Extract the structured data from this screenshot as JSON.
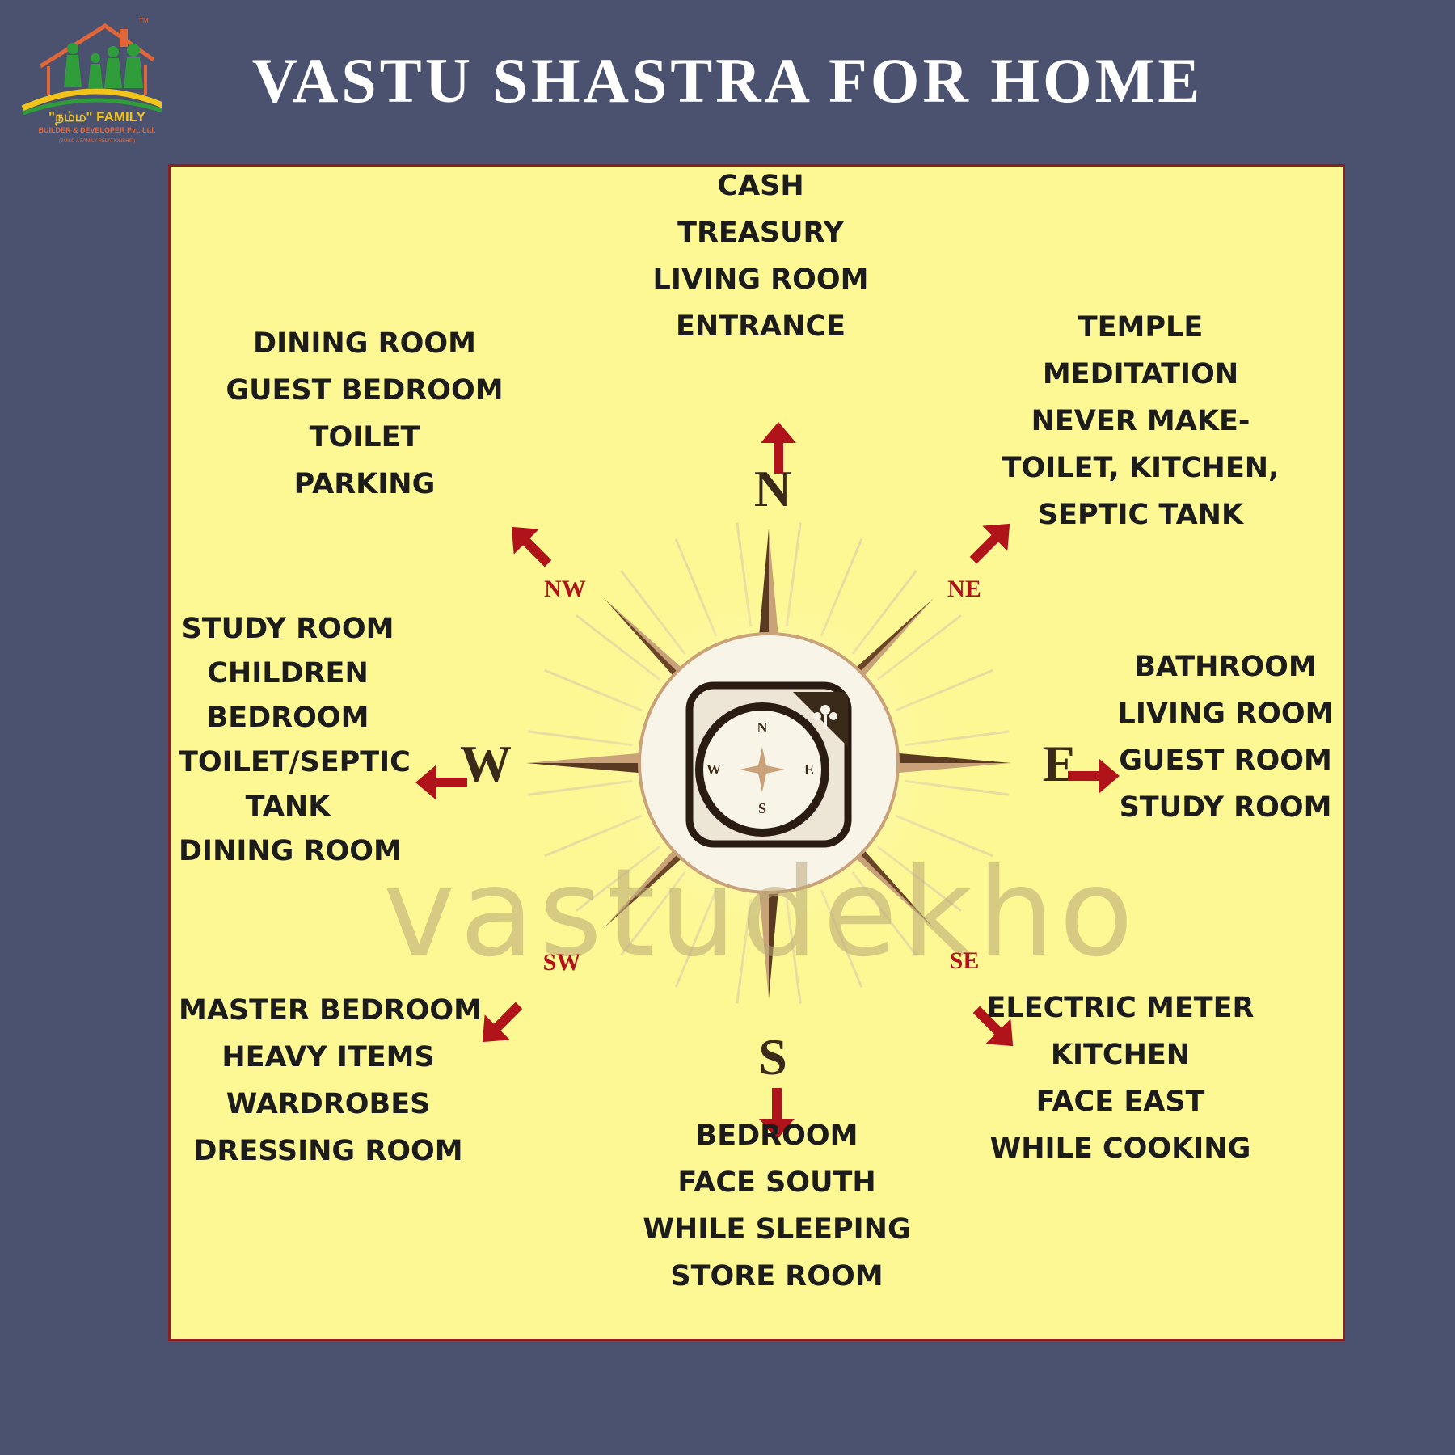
{
  "title": "VASTU SHASTRA FOR HOME",
  "logo": {
    "brand": "\"நம்ம\" FAMILY",
    "subtitle": "BUILDER & DEVELOPER Pvt. Ltd.",
    "tagline": "(BUILD A FAMILY RELATIONSHIP)",
    "tm": "TM"
  },
  "watermark": "vastudekho",
  "compass": {
    "inner_n": "N",
    "inner_e": "E",
    "inner_s": "S",
    "inner_w": "W"
  },
  "directions": {
    "N": {
      "label": "N",
      "items": [
        "CASH",
        "TREASURY",
        "LIVING ROOM",
        "ENTRANCE"
      ]
    },
    "NE": {
      "label": "NE",
      "items": [
        "TEMPLE",
        "MEDITATION",
        "NEVER MAKE-",
        "TOILET, KITCHEN,",
        "SEPTIC TANK"
      ]
    },
    "E": {
      "label": "E",
      "items": [
        "BATHROOM",
        "LIVING ROOM",
        "GUEST ROOM",
        "STUDY ROOM"
      ]
    },
    "SE": {
      "label": "SE",
      "items": [
        "ELECTRIC METER",
        "KITCHEN",
        "FACE EAST",
        "WHILE COOKING"
      ]
    },
    "S": {
      "label": "S",
      "items": [
        "BEDROOM",
        "FACE SOUTH",
        "WHILE SLEEPING",
        "STORE ROOM"
      ]
    },
    "SW": {
      "label": "SW",
      "items": [
        "MASTER BEDROOM",
        "HEAVY ITEMS",
        "WARDROBES",
        "DRESSING ROOM"
      ]
    },
    "W": {
      "label": "W",
      "items": [
        "STUDY ROOM",
        "CHILDREN",
        "BEDROOM",
        "TOILET/SEPTIC",
        "TANK",
        "DINING ROOM"
      ]
    },
    "NW": {
      "label": "NW",
      "items": [
        "DINING ROOM",
        "GUEST BEDROOM",
        "TOILET",
        "PARKING"
      ]
    }
  },
  "colors": {
    "background": "#4b5270",
    "panel": "#fdf794",
    "arrow": "#b0141a",
    "compass_dark": "#5a3b22",
    "compass_light": "#c9a27a"
  }
}
